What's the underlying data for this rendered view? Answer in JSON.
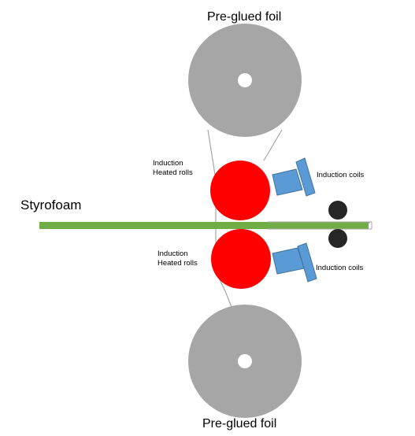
{
  "labels": {
    "top_foil": "Pre-glued foil",
    "bottom_foil": "Pre-glued foil",
    "styrofoam": "Styrofoam",
    "upper_rolls_line1": "Induction",
    "upper_rolls_line2": "Heated rolls",
    "lower_rolls_line1": "Induction",
    "lower_rolls_line2": "Heated rolls",
    "upper_coils": "Induction coils",
    "lower_coils": "Induction coils"
  },
  "colors": {
    "foil_roll": "#a6a6a6",
    "heated_roll": "#ff0000",
    "styrofoam_sheet": "#70ad47",
    "induction_coil": "#5b9bd5",
    "coil_outline": "#41719c",
    "guide_roller": "#262626",
    "foil_line": "#a6a6a6"
  }
}
